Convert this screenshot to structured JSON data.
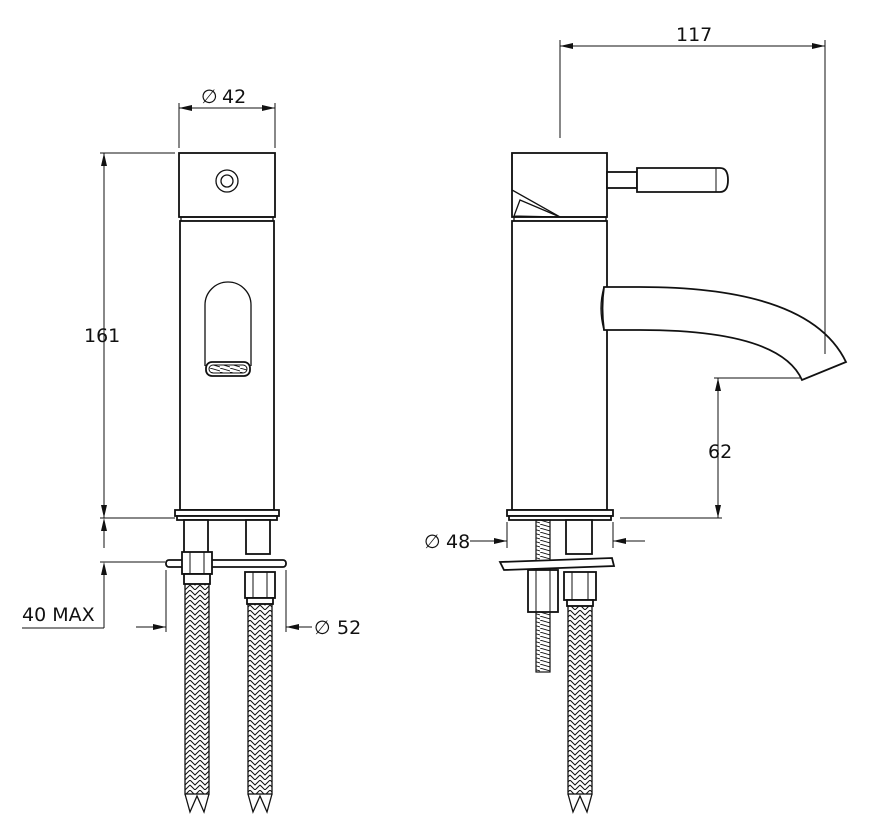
{
  "dimensions": {
    "front_width": "42",
    "overall_height": "161",
    "deck_thickness": "40 MAX",
    "hole_diameter": "52",
    "projection": "117",
    "spout_height": "62",
    "base_diameter": "48"
  },
  "symbols": {
    "diameter": "∅"
  },
  "colors": {
    "line": "#111111",
    "background": "#ffffff"
  }
}
